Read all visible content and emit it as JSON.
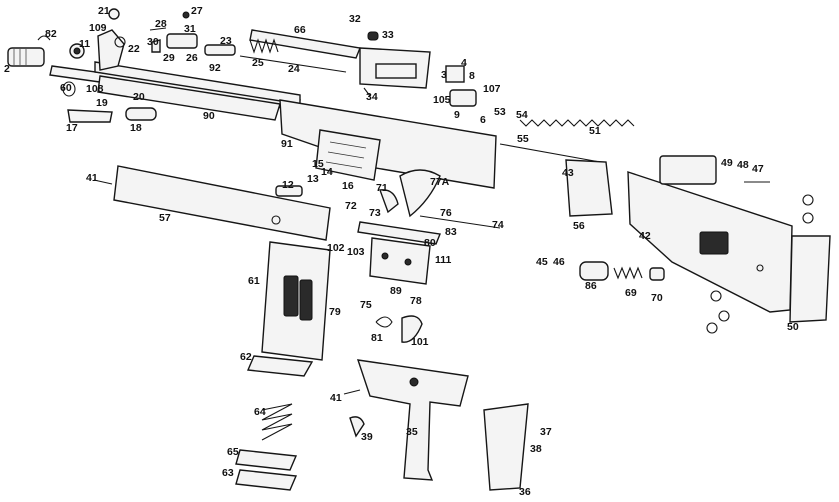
{
  "labels": [
    "82",
    "109",
    "21",
    "27",
    "28",
    "31",
    "30",
    "29",
    "26",
    "22",
    "11",
    "2",
    "60",
    "108",
    "23",
    "66",
    "32",
    "33",
    "25",
    "24",
    "92",
    "19",
    "20",
    "17",
    "18",
    "90",
    "3",
    "4",
    "8",
    "107",
    "105",
    "34",
    "9",
    "6",
    "53",
    "54",
    "51",
    "91",
    "55",
    "41",
    "57",
    "15",
    "12",
    "14",
    "13",
    "16",
    "71",
    "77A",
    "72",
    "43",
    "49",
    "48",
    "47",
    "73",
    "76",
    "74",
    "80",
    "83",
    "56",
    "42",
    "61",
    "102",
    "103",
    "111",
    "45",
    "46",
    "86",
    "69",
    "70",
    "89",
    "78",
    "75",
    "79",
    "81",
    "101",
    "50",
    "62",
    "41",
    "64",
    "65",
    "63",
    "39",
    "35",
    "37",
    "38",
    "36"
  ],
  "colors": {
    "ink": "#161616",
    "paper": "#ffffff",
    "fill": "#f4f4f4"
  }
}
